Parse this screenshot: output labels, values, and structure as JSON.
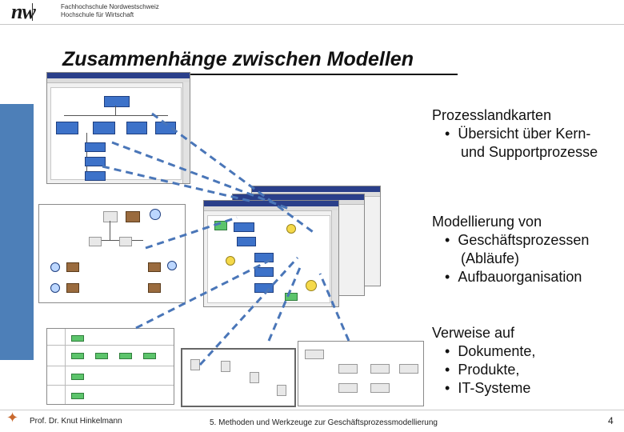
{
  "header": {
    "logo_text": "nw",
    "school_line1": "Fachhochschule Nordwestschweiz",
    "school_line2": "Hochschule für Wirtschaft"
  },
  "title": "Zusammenhänge zwischen Modellen",
  "sections": [
    {
      "heading": "Prozesslandkarten",
      "items": [
        {
          "bullet": "•",
          "lines": [
            "Übersicht über Kern-",
            "und Supportprozesse"
          ]
        }
      ]
    },
    {
      "heading": "Modellierung von",
      "items": [
        {
          "bullet": "•",
          "lines": [
            "Geschäftsprozessen",
            "(Abläufe)"
          ]
        },
        {
          "bullet": "•",
          "lines": [
            "Aufbauorganisation"
          ]
        }
      ]
    },
    {
      "heading": "Verweise auf",
      "items": [
        {
          "bullet": "•",
          "lines": [
            "Dokumente,"
          ]
        },
        {
          "bullet": "•",
          "lines": [
            "Produkte,"
          ]
        },
        {
          "bullet": "•",
          "lines": [
            "IT-Systeme"
          ]
        }
      ]
    }
  ],
  "footer": {
    "author": "Prof. Dr. Knut Hinkelmann",
    "course": "5. Methoden und Werkzeuge zur Geschäftsprozessmodellierung",
    "page": "4"
  },
  "colors": {
    "accent_bar": "#4d7fb8",
    "connector": "#4a76b8",
    "model_box": "#3d72c9"
  }
}
